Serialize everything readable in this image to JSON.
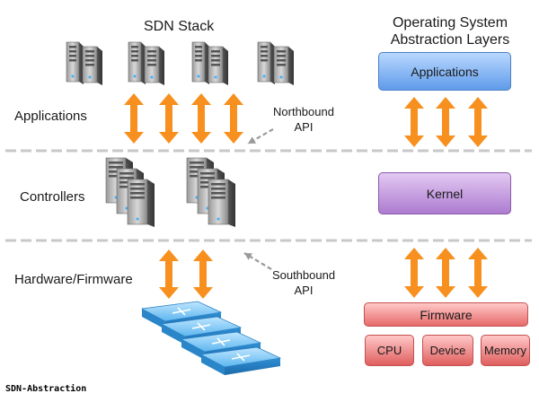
{
  "sdn_stack": {
    "heading": "SDN Stack",
    "rows": {
      "applications": "Applications",
      "controllers": "Controllers",
      "hardware": "Hardware/Firmware"
    },
    "northbound_api": [
      "Northbound",
      "API"
    ],
    "southbound_api": [
      "Southbound",
      "API"
    ]
  },
  "os_layers": {
    "heading": [
      "Operating System",
      "Abstraction Layers"
    ],
    "applications": "Applications",
    "kernel": "Kernel",
    "firmware": "Firmware",
    "components": [
      "CPU",
      "Device",
      "Memory"
    ]
  },
  "caption": "SDN-Abstraction",
  "colors": {
    "arrow": "#f7901e",
    "separator": "#c8c8c8",
    "applications_box": "#6fa5ee",
    "kernel_box": "#b88ad6",
    "firmware_box": "#ea7a7a"
  },
  "icons": {
    "application_servers": "server-tower-icon",
    "controllers": "server-cluster-icon",
    "switches": "network-switch-icon"
  }
}
